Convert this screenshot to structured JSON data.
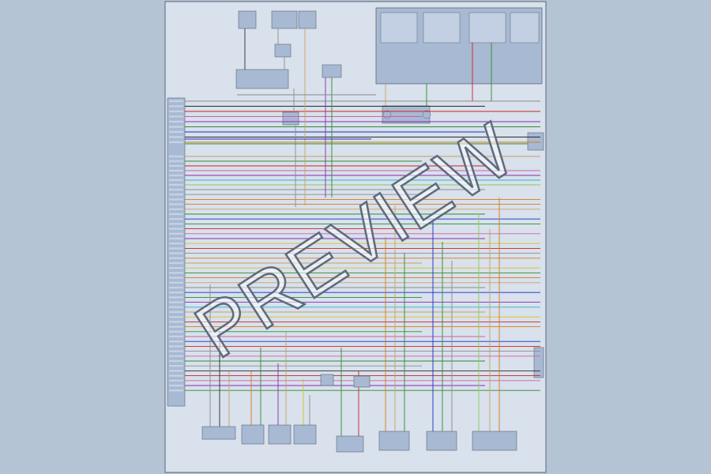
{
  "watermark": {
    "text": "PREVIEW"
  },
  "colors": {
    "page_bg": "#b4c4d4",
    "sheet_bg": "#d8e1ec",
    "sheet_border": "#5d6677",
    "module_fill": "#a8b9d3",
    "wire_red": "#cc2222",
    "wire_blue": "#1a2ec0",
    "wire_green": "#2e8a2e",
    "wire_yellow": "#d8c21a",
    "wire_orange": "#d97a1a",
    "wire_purple": "#8a2ab0",
    "wire_pink": "#cf5fa6",
    "wire_cyan": "#2ab6c0",
    "wire_lightgreen": "#8fc85a",
    "wire_gray": "#8c8c8c",
    "wire_tan": "#c9a064",
    "wire_black": "#2c2c2c"
  },
  "wire_colors": [
    "wire_gray",
    "wire_black",
    "wire_red",
    "wire_pink",
    "wire_purple",
    "wire_green",
    "wire_blue",
    "wire_black",
    "wire_orange",
    "wire_tan",
    "wire_green",
    "wire_red",
    "wire_pink",
    "wire_purple",
    "wire_cyan",
    "wire_lightgreen",
    "wire_gray",
    "wire_gray",
    "wire_orange",
    "wire_orange",
    "wire_tan",
    "wire_green",
    "wire_blue",
    "wire_green",
    "wire_red",
    "wire_pink",
    "wire_purple",
    "wire_yellow",
    "wire_red",
    "wire_gray",
    "wire_orange",
    "wire_tan",
    "wire_yellow",
    "wire_green",
    "wire_orange",
    "wire_tan",
    "wire_gray",
    "wire_blue",
    "wire_green",
    "wire_purple",
    "wire_cyan",
    "wire_tan",
    "wire_yellow",
    "wire_red",
    "wire_orange",
    "wire_green",
    "wire_pink",
    "wire_blue",
    "wire_red",
    "wire_gray",
    "wire_pink",
    "wire_green"
  ]
}
